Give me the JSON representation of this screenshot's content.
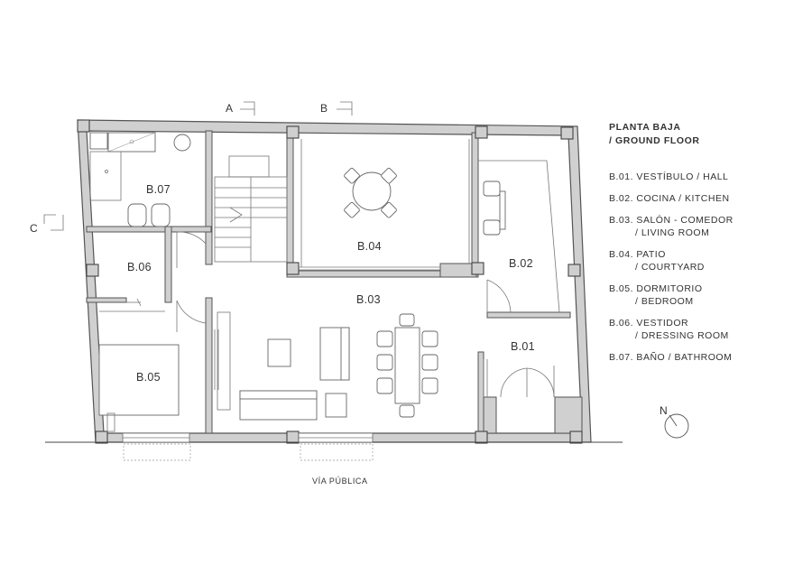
{
  "plan": {
    "title_line1": "PLANTA BAJA",
    "title_line2": "/ GROUND FLOOR",
    "rooms": [
      {
        "code": "B.01",
        "line1": "B.01. VESTÍBULO / HALL",
        "line2": ""
      },
      {
        "code": "B.02",
        "line1": "B.02. COCINA / KITCHEN",
        "line2": ""
      },
      {
        "code": "B.03",
        "line1": "B.03. SALÓN - COMEDOR",
        "line2": "/ LIVING ROOM"
      },
      {
        "code": "B.04",
        "line1": "B.04. PATIO",
        "line2": "/ COURTYARD"
      },
      {
        "code": "B.05",
        "line1": "B.05. DORMITORIO",
        "line2": "/ BEDROOM"
      },
      {
        "code": "B.06",
        "line1": "B.06. VESTIDOR",
        "line2": "/ DRESSING ROOM"
      },
      {
        "code": "B.07",
        "line1": "B.07. BAÑO / BATHROOM",
        "line2": ""
      }
    ],
    "section_markers": {
      "a": "A",
      "b": "B",
      "c": "C"
    },
    "north_label": "N",
    "street_label": "VÍA PÚBLICA"
  }
}
